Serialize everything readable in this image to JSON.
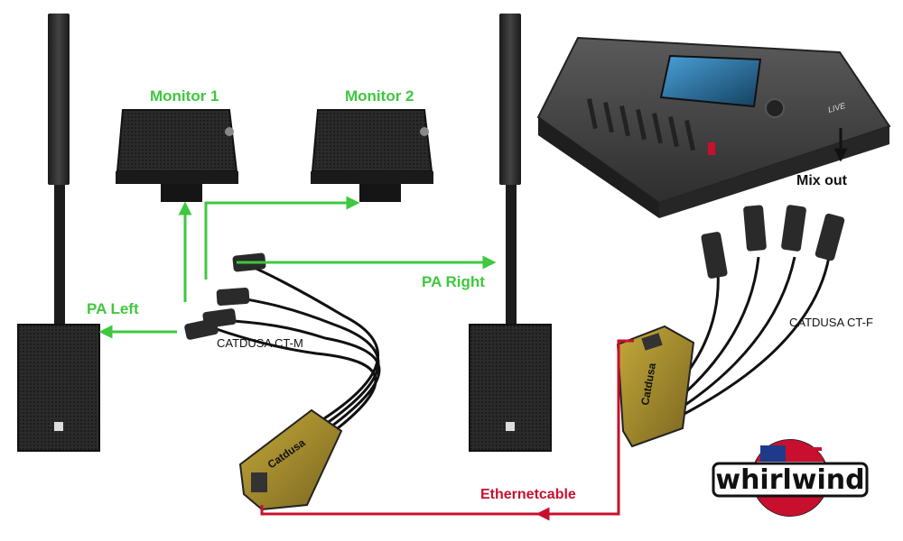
{
  "labels": {
    "monitor1": "Monitor 1",
    "monitor2": "Monitor 2",
    "pa_left": "PA Left",
    "pa_right": "PA Right",
    "catdusa_ctm": "CATDUSA CT-M",
    "catdusa_ctf": "CATDUSA CT-F",
    "mix_out": "Mix out",
    "ethernet_cable": "Ethernetcable"
  },
  "box_brand": "Catdusa",
  "logo": {
    "text": "whirlwind"
  },
  "colors": {
    "signal_green": "#3ec83e",
    "ethernet_red": "#c8102e",
    "box_gold": "#a08a2a",
    "speaker_dark": "#2a2a2a"
  }
}
